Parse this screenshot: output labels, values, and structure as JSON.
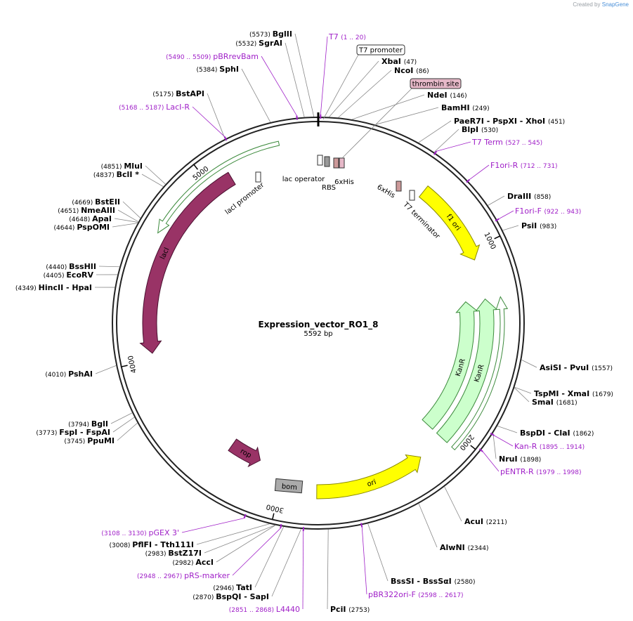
{
  "credit": {
    "prefix": "Created by",
    "brand": "SnapGene"
  },
  "map": {
    "name": "Expression_vector_RO1_8",
    "size_label": "5592 bp",
    "total_bp": 5592,
    "ticks": [
      {
        "bp": 1000,
        "label": "1000"
      },
      {
        "bp": 2000,
        "label": "2000"
      },
      {
        "bp": 3000,
        "label": "3000"
      },
      {
        "bp": 4000,
        "label": "4000"
      },
      {
        "bp": 5000,
        "label": "5000"
      }
    ],
    "features": [
      {
        "name": "f1 ori",
        "start": 600,
        "end": 1056,
        "strand": 1,
        "color": "#ffff00",
        "stroke": "#8a8a00",
        "track": 2
      },
      {
        "name": "KanR",
        "start": 1270,
        "end": 2064,
        "strand": -1,
        "color": "#ccffcc",
        "stroke": "#3c8a3c",
        "track": 2
      },
      {
        "name": "KanR",
        "start": 1270,
        "end": 2064,
        "strand": -1,
        "color": "#ccffcc",
        "stroke": "#3c8a3c",
        "track": 3
      },
      {
        "name": "",
        "start": 1270,
        "end": 2064,
        "strand": -1,
        "color": "#ffffff",
        "stroke": "#3c8a3c",
        "track": 1
      },
      {
        "name": "ori",
        "start": 2215,
        "end": 2804,
        "strand": -1,
        "color": "#ffff00",
        "stroke": "#8a8a00",
        "track": 2
      },
      {
        "name": "rop",
        "start": 3152,
        "end": 3343,
        "strand": -1,
        "color": "#993366",
        "stroke": "#4a1030",
        "track": 3
      },
      {
        "name": "lacI",
        "start": 4034,
        "end": 5113,
        "strand": -1,
        "color": "#993366",
        "stroke": "#4a1030",
        "track": 2
      },
      {
        "name": "",
        "start": 4650,
        "end": 5400,
        "strand": -1,
        "color": "#ffffff",
        "stroke": "#3c8a3c",
        "track": 1
      }
    ],
    "small_features": [
      {
        "name": "lac operator",
        "bp": 5590,
        "color": "#ffffff"
      },
      {
        "name": "RBS",
        "bp": 5570,
        "color": "#999999"
      },
      {
        "name": "6xHis",
        "bp": 40,
        "color": "#cc9999"
      },
      {
        "name": "thrombin site",
        "bp": 100,
        "color": "#e6b8c8"
      },
      {
        "name": "lacI promoter",
        "bp": 5150,
        "color": "#ffffff"
      },
      {
        "name": "6xHis",
        "bp": 330,
        "color": "#cc9999"
      },
      {
        "name": "T7 terminator",
        "bp": 460,
        "color": "#ffffff"
      },
      {
        "name": "bom",
        "bp": 3430,
        "color": "#aaaaaa"
      }
    ],
    "enzymes": [
      {
        "name": "BglII",
        "pos": "(5573)",
        "bp": 5573
      },
      {
        "name": "SgrAI",
        "pos": "(5532)",
        "bp": 5532
      },
      {
        "name": "SphI",
        "pos": "(5384)",
        "bp": 5384
      },
      {
        "name": "BstAPI",
        "pos": "(5175)",
        "bp": 5175
      },
      {
        "name": "MluI",
        "pos": "(4851)",
        "bp": 4851
      },
      {
        "name": "BclI *",
        "pos": "(4837)",
        "bp": 4837
      },
      {
        "name": "BstEII",
        "pos": "(4669)",
        "bp": 4669
      },
      {
        "name": "NmeAIII",
        "pos": "(4651)",
        "bp": 4651
      },
      {
        "name": "ApaI",
        "pos": "(4648)",
        "bp": 4648
      },
      {
        "name": "PspOMI",
        "pos": "(4644)",
        "bp": 4644
      },
      {
        "name": "BssHII",
        "pos": "(4440)",
        "bp": 4440
      },
      {
        "name": "EcoRV",
        "pos": "(4405)",
        "bp": 4405
      },
      {
        "name": "HincII - HpaI",
        "pos": "(4349)",
        "bp": 4349
      },
      {
        "name": "PshAI",
        "pos": "(4010)",
        "bp": 4010
      },
      {
        "name": "BglI",
        "pos": "(3794)",
        "bp": 3794
      },
      {
        "name": "FspI - FspAI",
        "pos": "(3773)",
        "bp": 3773
      },
      {
        "name": "PpuMI",
        "pos": "(3745)",
        "bp": 3745
      },
      {
        "name": "PflFI - Tth111I",
        "pos": "(3008)",
        "bp": 3008
      },
      {
        "name": "BstZ17I",
        "pos": "(2983)",
        "bp": 2983
      },
      {
        "name": "AccI",
        "pos": "(2982)",
        "bp": 2982
      },
      {
        "name": "TatI",
        "pos": "(2946)",
        "bp": 2946
      },
      {
        "name": "BspQI - SapI",
        "pos": "(2870)",
        "bp": 2870
      },
      {
        "name": "PciI",
        "pos": "(2753)",
        "bp": 2753
      },
      {
        "name": "BssSI - BssSαI",
        "pos": "(2580)",
        "bp": 2580
      },
      {
        "name": "AlwNI",
        "pos": "(2344)",
        "bp": 2344
      },
      {
        "name": "AcuI",
        "pos": "(2211)",
        "bp": 2211
      },
      {
        "name": "NruI",
        "pos": "(1898)",
        "bp": 1898
      },
      {
        "name": "BspDI - ClaI",
        "pos": "(1862)",
        "bp": 1862
      },
      {
        "name": "SmaI",
        "pos": "(1681)",
        "bp": 1681
      },
      {
        "name": "TspMI - XmaI",
        "pos": "(1679)",
        "bp": 1679
      },
      {
        "name": "AsiSI - PvuI",
        "pos": "(1557)",
        "bp": 1557
      },
      {
        "name": "PsiI",
        "pos": "(983)",
        "bp": 983
      },
      {
        "name": "DraIII",
        "pos": "(858)",
        "bp": 858
      },
      {
        "name": "BlpI",
        "pos": "(530)",
        "bp": 530
      },
      {
        "name": "PaeR7I - PspXI - XhoI",
        "pos": "(451)",
        "bp": 451
      },
      {
        "name": "BamHI",
        "pos": "(249)",
        "bp": 249
      },
      {
        "name": "NdeI",
        "pos": "(146)",
        "bp": 146
      },
      {
        "name": "NcoI",
        "pos": "(86)",
        "bp": 86
      },
      {
        "name": "XbaI",
        "pos": "(47)",
        "bp": 47
      }
    ],
    "primers": [
      {
        "name": "T7",
        "range": "(1 .. 20)",
        "bp": 10
      },
      {
        "name": "pBRrevBam",
        "range": "(5490 .. 5509)",
        "bp": 5500
      },
      {
        "name": "LacI-R",
        "range": "(5168 .. 5187)",
        "bp": 5178
      },
      {
        "name": "T7 Term",
        "range": "(527 .. 545)",
        "bp": 536
      },
      {
        "name": "F1ori-R",
        "range": "(712 .. 731)",
        "bp": 722
      },
      {
        "name": "F1ori-F",
        "range": "(922 .. 943)",
        "bp": 932
      },
      {
        "name": "Kan-R",
        "range": "(1895 .. 1914)",
        "bp": 1904
      },
      {
        "name": "pENTR-R",
        "range": "(1979 .. 1998)",
        "bp": 1988
      },
      {
        "name": "pBR322ori-F",
        "range": "(2598 .. 2617)",
        "bp": 2608
      },
      {
        "name": "L4440",
        "range": "(2851 .. 2868)",
        "bp": 2860
      },
      {
        "name": "pRS-marker",
        "range": "(2948 .. 2967)",
        "bp": 2958
      },
      {
        "name": "pGEX 3'",
        "range": "(3108 .. 3130)",
        "bp": 3119
      }
    ],
    "boxed_labels": [
      {
        "name": "T7 promoter",
        "fill": "#ffffff"
      },
      {
        "name": "thrombin site",
        "fill": "#e6b8c8"
      }
    ]
  }
}
